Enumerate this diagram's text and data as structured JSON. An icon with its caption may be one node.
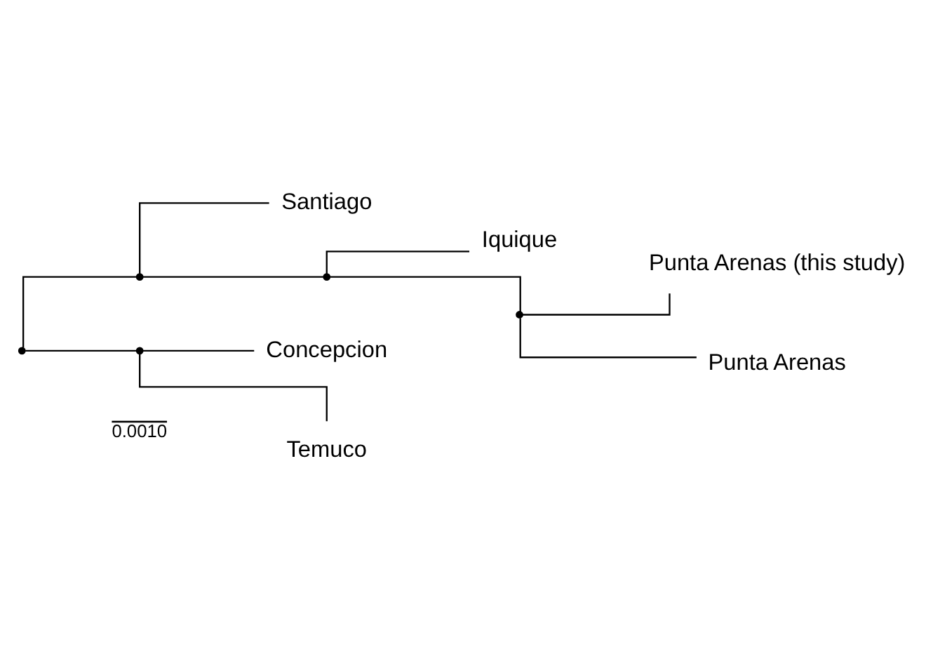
{
  "diagram": {
    "nodes": [
      {
        "text": [
          "Punta Arenas (this study)"
        ]
      },
      {
        "text": [
          "Punta Arenas"
        ]
      },
      {
        "text": [
          "Iquique"
        ]
      },
      {
        "text": [
          "Santiago"
        ]
      },
      {
        "text": [
          "Concepcion"
        ]
      },
      {
        "text": [
          "Temuco"
        ]
      },
      {
        "text": [],
        "shape": "point"
      },
      {
        "text": [],
        "shape": "point"
      },
      {
        "text": [],
        "shape": "point"
      },
      {
        "text": [],
        "shape": "point"
      },
      {
        "text": [],
        "shape": "point"
      }
    ],
    "edges": [
      {
        "from": 6,
        "to": 7,
        "arrow": "none"
      },
      {
        "from": 6,
        "to": 10,
        "arrow": "none"
      },
      {
        "from": 7,
        "to": 8,
        "arrow": "none"
      },
      {
        "from": 7,
        "to": 3,
        "arrow": "none"
      },
      {
        "from": 8,
        "to": 9,
        "arrow": "none"
      },
      {
        "from": 8,
        "to": 2,
        "arrow": "none"
      },
      {
        "from": 9,
        "to": 0,
        "arrow": "none"
      },
      {
        "from": 9,
        "to": 1,
        "arrow": "none"
      },
      {
        "from": 10,
        "to": 4,
        "arrow": "none"
      },
      {
        "from": 10,
        "to": 5,
        "arrow": "none"
      }
    ],
    "labels": [
      "0.0010"
    ]
  }
}
